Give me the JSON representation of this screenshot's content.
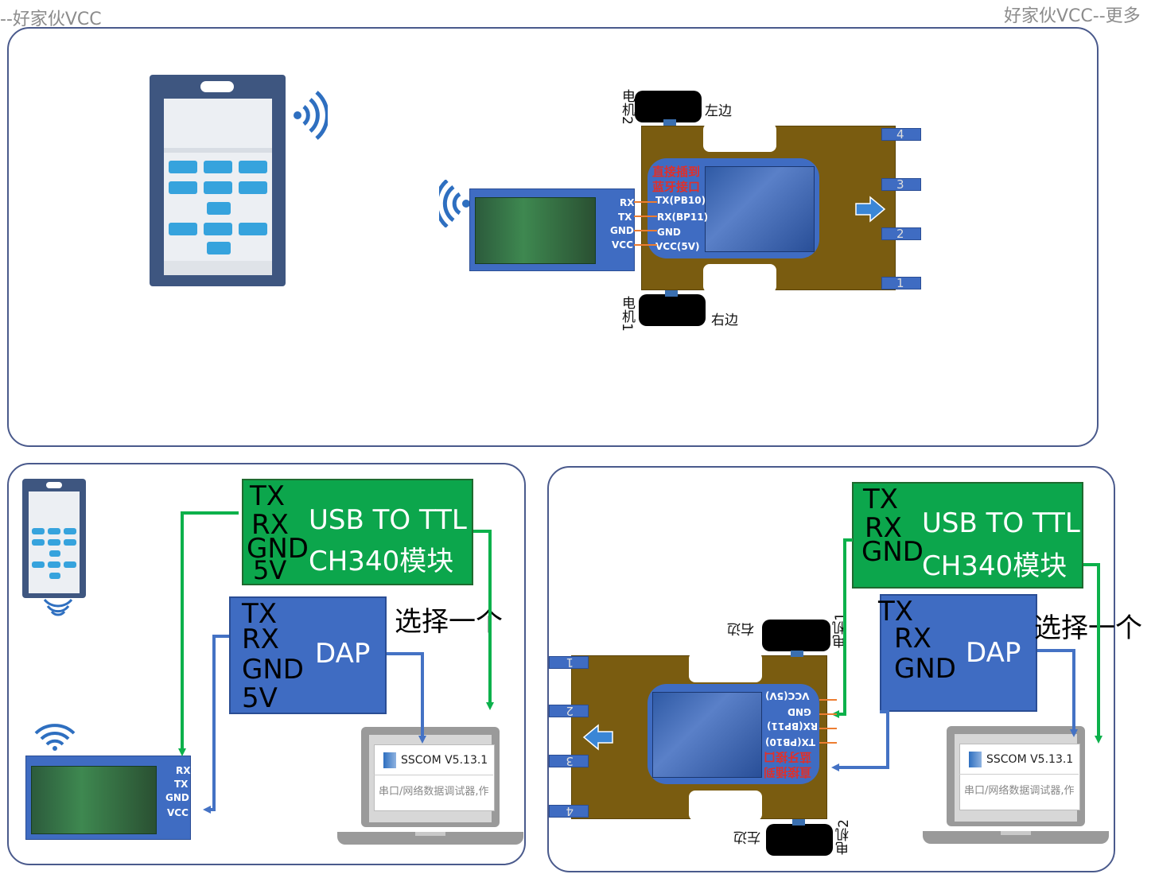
{
  "watermarks": {
    "left": "--好家伙VCC",
    "right": "好家伙VCC--更多"
  },
  "car": {
    "motor2": "电机2",
    "motor1": "电机1",
    "left": "左边",
    "right": "右边",
    "sensor_numbers": [
      "4",
      "3",
      "2",
      "1"
    ],
    "pins": [
      "TX(PB10)",
      "RX(BP11)",
      "GND",
      "VCC(5V)"
    ],
    "note": "直接插到\n蓝牙接口"
  },
  "bluetooth": {
    "pins": [
      "RX",
      "TX",
      "GND",
      "VCC"
    ]
  },
  "usb_ttl": {
    "pins": [
      "TX",
      "RX",
      "GND",
      "5V"
    ],
    "line1": "USB TO TTL",
    "line2": "CH340模块"
  },
  "usb_ttl_right": {
    "pins": [
      "TX",
      "RX",
      "GND"
    ]
  },
  "dap": {
    "pins": [
      "TX",
      "RX",
      "GND",
      "5V"
    ],
    "label": "DAP"
  },
  "dap_right": {
    "pins": [
      "TX",
      "RX",
      "GND"
    ]
  },
  "choose": "选择一个",
  "sscom": {
    "title": "SSCOM V5.13.1",
    "subtitle": "串口/网络数据调试器,作"
  },
  "colors": {
    "green_wire": "#0cb14b",
    "blue_wire": "#4472c4",
    "board": "#7a5c10",
    "module": "#3f6cc2"
  },
  "icons": [
    "wifi-icon",
    "phone-icon",
    "laptop-icon",
    "arrow-icon"
  ]
}
